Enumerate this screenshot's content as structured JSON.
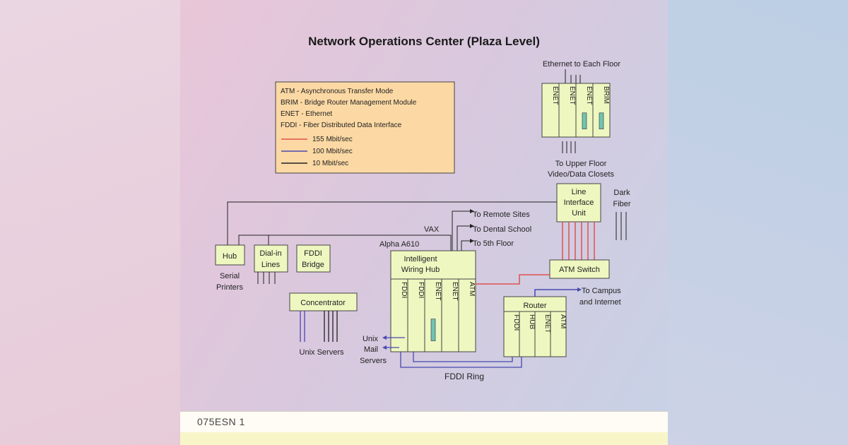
{
  "title": "Network Operations Center (Plaza Level)",
  "legend": {
    "definitions": [
      "ATM - Asynchronous Transfer Mode",
      "BRIM - Bridge Router Management Module",
      "ENET - Ethernet",
      "FDDI - Fiber Distributed Data Interface"
    ],
    "speeds": [
      {
        "label": "155 Mbit/sec",
        "color": "#e05050"
      },
      {
        "label": "100 Mbit/sec",
        "color": "#4848b0"
      },
      {
        "label": "10 Mbit/sec",
        "color": "#222222"
      }
    ]
  },
  "labels": {
    "ethernet_each_floor": "Ethernet to Each Floor",
    "to_upper_floor_1": "To Upper Floor",
    "to_upper_floor_2": "Video/Data Closets",
    "line_interface": [
      "Line",
      "Interface",
      "Unit"
    ],
    "dark_fiber": [
      "Dark",
      "Fiber"
    ],
    "to_remote_sites": "To Remote Sites",
    "vax": "VAX",
    "to_dental_school": "To Dental School",
    "alpha": "Alpha A610",
    "to_5th_floor": "To 5th Floor",
    "hub": "Hub",
    "serial_printers": [
      "Serial",
      "Printers"
    ],
    "dialin": [
      "Dial-in",
      "Lines"
    ],
    "fddi_bridge": [
      "FDDI",
      "Bridge"
    ],
    "iwh": [
      "Intelligent",
      "Wiring Hub"
    ],
    "atm_switch": "ATM Switch",
    "to_campus": [
      "To Campus",
      "and Internet"
    ],
    "router": "Router",
    "concentrator": "Concentrator",
    "unix_servers": "Unix Servers",
    "unix_mail": [
      "Unix",
      "Mail",
      "Servers"
    ],
    "fddi_ring": "FDDI Ring"
  },
  "modules": {
    "top_chassis": [
      "ENET",
      "ENET",
      "ENET",
      "BRIM"
    ],
    "iwh": [
      "FDDI",
      "FDDI",
      "ENET",
      "ENET",
      "ATM"
    ],
    "router": [
      "FDDI",
      "HUB",
      "ENET",
      "ATM"
    ]
  },
  "caption": "075ESN 1",
  "colors": {
    "box_fill": "#eef7c0",
    "legend_fill": "#fcd9a4",
    "line_155": "#e05050",
    "line_100": "#4848b0",
    "line_10": "#222222",
    "indicator": "#6fc4b4"
  }
}
